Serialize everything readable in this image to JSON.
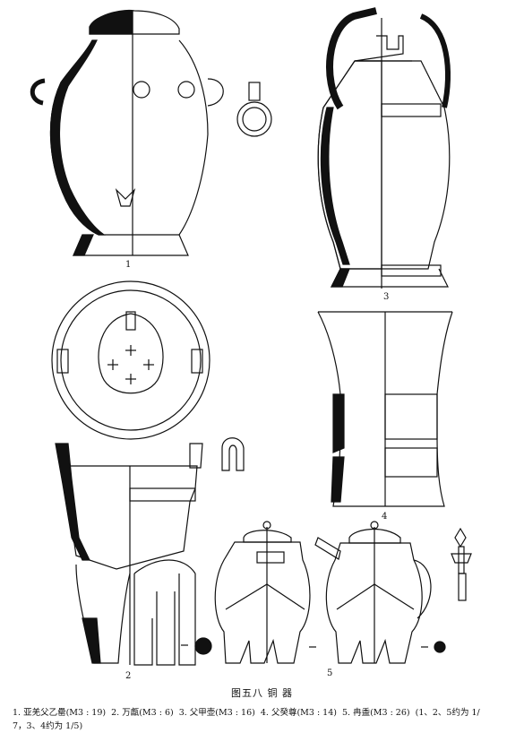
{
  "figure": {
    "labels": [
      "1",
      "3",
      "2",
      "4",
      "5"
    ],
    "title": "图五八 铜 器",
    "caption_line1": "1. 亚羌父乙罍(M3 : 19)  2. 万甗(M3 : 6)  3. 父甲壶(M3 : 16)  4. 父癸尊(M3 : 14)  5. 冉盉(M3 : 26)  (1、2、5约为 1/",
    "caption_line2": "7，3、4约为 1/5)"
  },
  "colors": {
    "ink": "#111111",
    "paper": "#ffffff"
  }
}
